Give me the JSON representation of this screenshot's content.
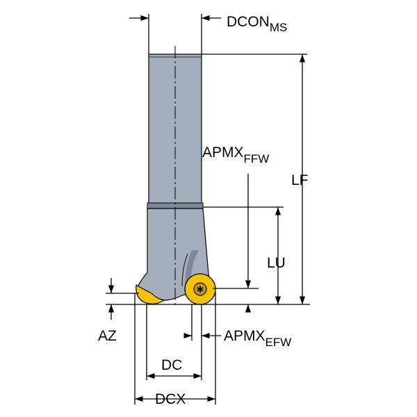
{
  "labels": {
    "dcon": {
      "main": "DCON",
      "sub": "MS"
    },
    "apmx_ffw": {
      "main": "APMX",
      "sub": "FFW"
    },
    "lf": "LF",
    "lu": "LU",
    "az": "AZ",
    "apmx_efw": {
      "main": "APMX",
      "sub": "EFW"
    },
    "dc": "DC",
    "dcx": "DCX"
  },
  "colors": {
    "shank": "#a4aebd",
    "shank_dark": "#7b879a",
    "insert": "#f2c300",
    "insert_dark": "#c99a00",
    "outline": "#000000"
  }
}
